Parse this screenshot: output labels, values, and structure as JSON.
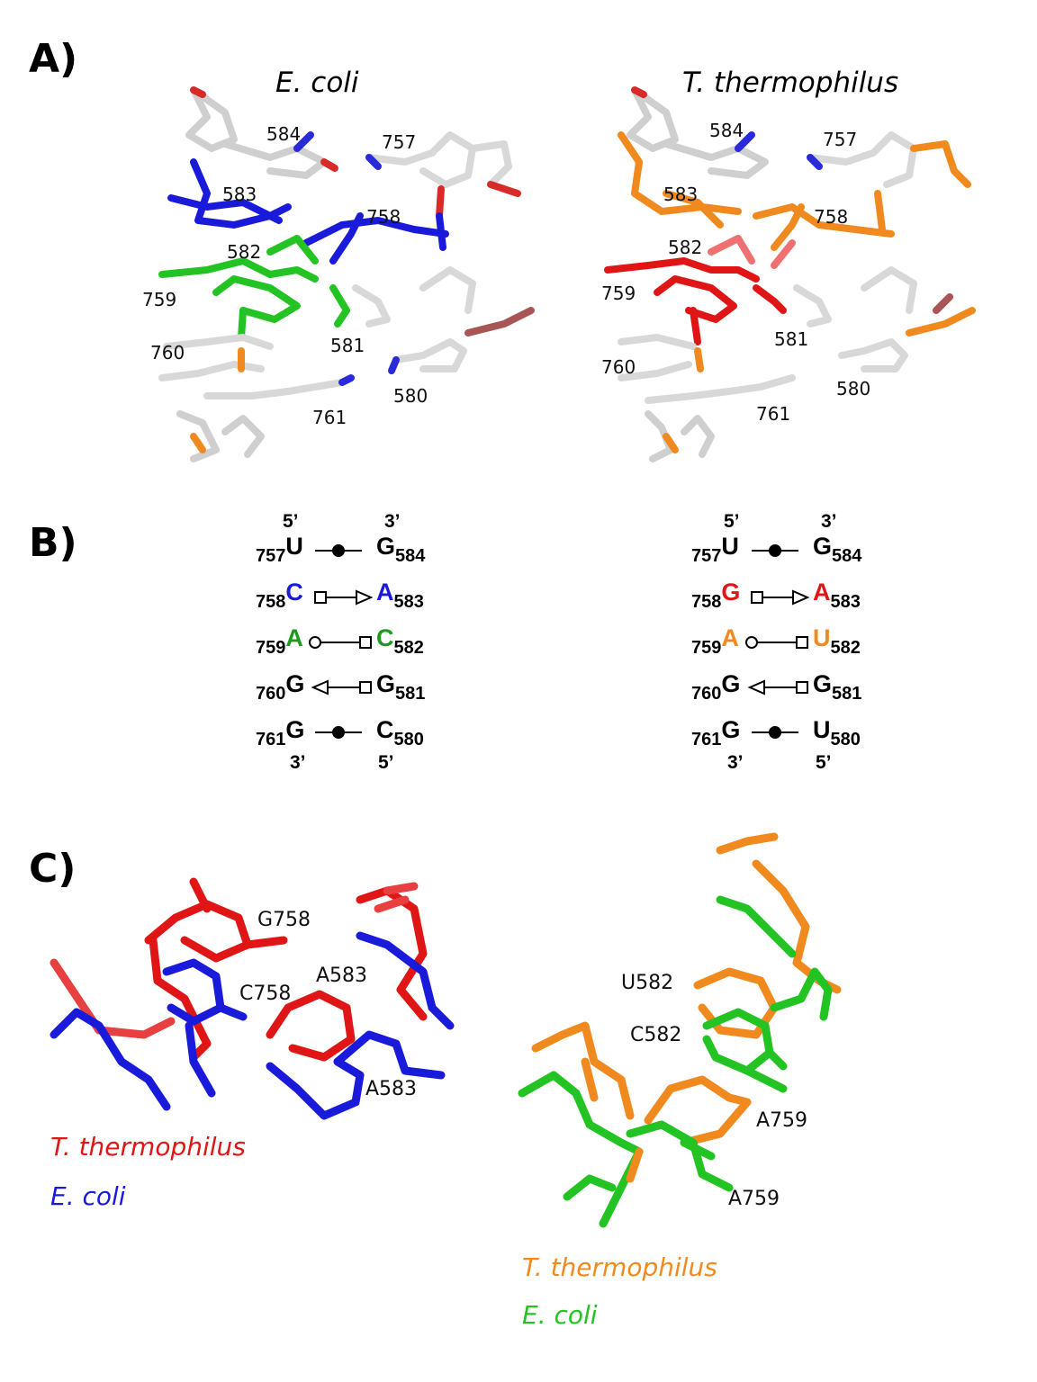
{
  "panels": {
    "a": {
      "label": "A)",
      "left_title": "E. coli",
      "right_title": "T. thermophilus"
    },
    "b": {
      "label": "B)"
    },
    "c": {
      "label": "C)"
    }
  },
  "residue_labels": [
    "584",
    "757",
    "583",
    "758",
    "582",
    "759",
    "581",
    "760",
    "580",
    "761"
  ],
  "colors": {
    "blue": "#1a1adb",
    "green": "#22c322",
    "red": "#e01515",
    "orange": "#f08a1e",
    "white": "#d8d8d8",
    "oxygen": "#d92a2a",
    "nitrogen": "#2a2ad9",
    "phosphorus": "#f08a1e"
  },
  "pairs_left": [
    {
      "l_num": "757",
      "l_base": "U",
      "r_base": "G",
      "r_num": "584",
      "l_color": "#000",
      "r_color": "#000",
      "symbol": "dot-dot"
    },
    {
      "l_num": "758",
      "l_base": "C",
      "r_base": "A",
      "r_num": "583",
      "l_color": "#1a1adb",
      "r_color": "#1a1adb",
      "symbol": "square-triangle"
    },
    {
      "l_num": "759",
      "l_base": "A",
      "r_base": "C",
      "r_num": "582",
      "l_color": "#1f9a1f",
      "r_color": "#1f9a1f",
      "symbol": "circle-square"
    },
    {
      "l_num": "760",
      "l_base": "G",
      "r_base": "G",
      "r_num": "581",
      "l_color": "#000",
      "r_color": "#000",
      "symbol": "triangle-square"
    },
    {
      "l_num": "761",
      "l_base": "G",
      "r_base": "C",
      "r_num": "580",
      "l_color": "#000",
      "r_color": "#000",
      "symbol": "dot-dot"
    }
  ],
  "pairs_right": [
    {
      "l_num": "757",
      "l_base": "U",
      "r_base": "G",
      "r_num": "584",
      "l_color": "#000",
      "r_color": "#000",
      "symbol": "dot-dot"
    },
    {
      "l_num": "758",
      "l_base": "G",
      "r_base": "A",
      "r_num": "583",
      "l_color": "#e01515",
      "r_color": "#e01515",
      "symbol": "square-triangle"
    },
    {
      "l_num": "759",
      "l_base": "A",
      "r_base": "U",
      "r_num": "582",
      "l_color": "#f08a1e",
      "r_color": "#f08a1e",
      "symbol": "circle-square"
    },
    {
      "l_num": "760",
      "l_base": "G",
      "r_base": "G",
      "r_num": "581",
      "l_color": "#000",
      "r_color": "#000",
      "symbol": "triangle-square"
    },
    {
      "l_num": "761",
      "l_base": "G",
      "r_base": "U",
      "r_num": "580",
      "l_color": "#000",
      "r_color": "#000",
      "symbol": "dot-dot"
    }
  ],
  "strand_ends": {
    "top_left": "5’",
    "top_right": "3’",
    "bottom_left": "3’",
    "bottom_right": "5’"
  },
  "c_left_labels": {
    "g758": "G758",
    "c758": "C758",
    "a583_top": "A583",
    "a583_bottom": "A583"
  },
  "c_right_labels": {
    "u582": "U582",
    "c582": "C582",
    "a759_top": "A759",
    "a759_bottom": "A759"
  },
  "legend_left": {
    "top": "T. thermophilus",
    "bottom": "E. coli",
    "top_color": "#e01515",
    "bottom_color": "#1a1adb"
  },
  "legend_right": {
    "top": "T. thermophilus",
    "bottom": "E. coli",
    "top_color": "#f08a1e",
    "bottom_color": "#22c322"
  }
}
